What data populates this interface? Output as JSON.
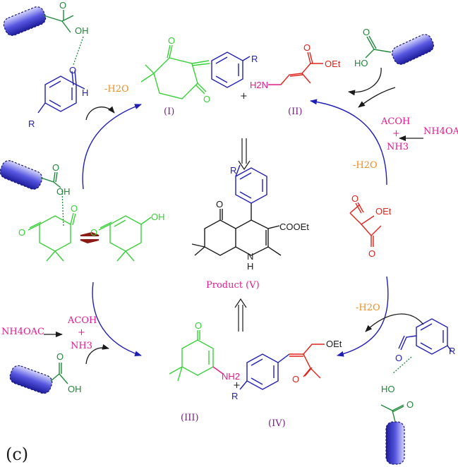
{
  "colors": {
    "black": "#1a1a1a",
    "blue": "#1f1fb8",
    "catalyst_blue": "#3a3ad0",
    "green": "#36d236",
    "dark_green": "#1e8a3a",
    "red": "#e2231a",
    "magenta": "#e6198c",
    "purple": "#7a1f86",
    "orange": "#f08c1e",
    "dark_red": "#8a1a14"
  },
  "panel_label": "(c)",
  "labels": {
    "compound_I": "(I)",
    "compound_II": "(II)",
    "compound_III": "(III)",
    "compound_IV": "(IV)",
    "product": "Product  (V)"
  },
  "reagents": {
    "minus_water_top_left": "-H2O",
    "minus_water_right": "-H2O",
    "minus_water_bottom_right": "-H2O",
    "acoh": "ACOH",
    "plus": "+",
    "nh3": "NH3",
    "nh4oac": "NH4OAC"
  },
  "plus_signs": [
    "+",
    "+"
  ],
  "atoms": {
    "O": "O",
    "OH": "OH",
    "HO": "HO",
    "H": "H",
    "R": "R",
    "OEt": "OEt",
    "COOEt": "COOEt",
    "N": "N",
    "NH2": "NH2",
    "H2N": "H2N"
  }
}
